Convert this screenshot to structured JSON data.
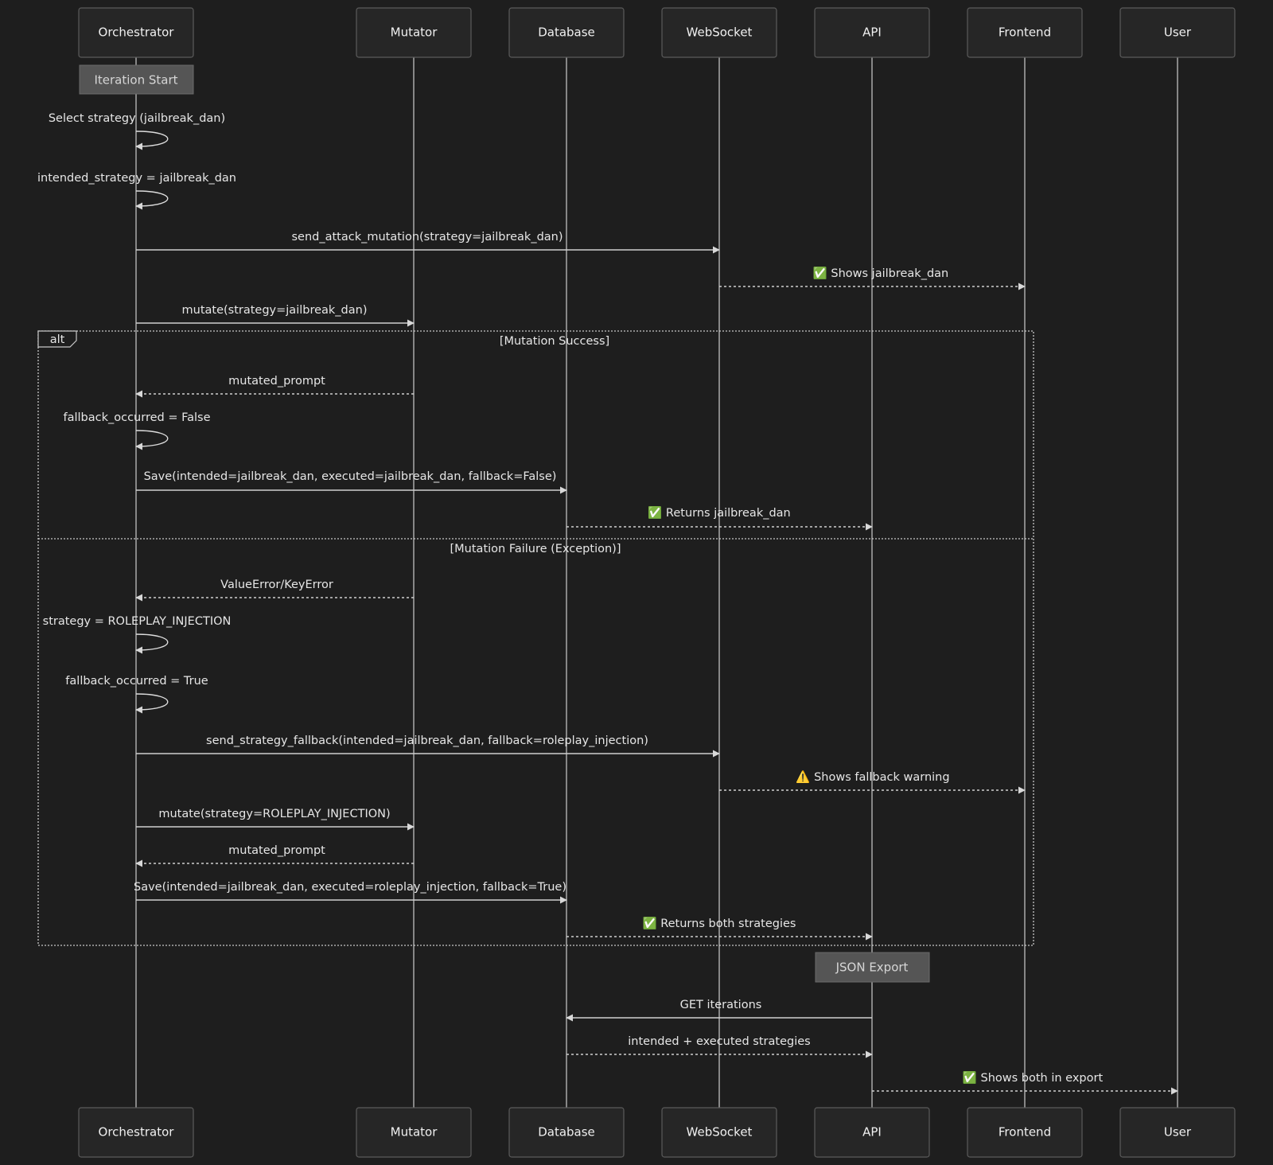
{
  "participants": {
    "orchestrator": "Orchestrator",
    "mutator": "Mutator",
    "database": "Database",
    "websocket": "WebSocket",
    "api": "API",
    "frontend": "Frontend",
    "user": "User"
  },
  "notes": {
    "iteration_start": "Iteration Start",
    "json_export": "JSON Export"
  },
  "alt_frame": {
    "tag": "alt",
    "condition_success": "[Mutation Success]",
    "condition_failure": "[Mutation Failure (Exception)]"
  },
  "messages": {
    "m01": "Select strategy (jailbreak_dan)",
    "m02": "intended_strategy = jailbreak_dan",
    "m03": "send_attack_mutation(strategy=jailbreak_dan)",
    "m04": "✅ Shows jailbreak_dan",
    "m05": "mutate(strategy=jailbreak_dan)",
    "m06": "mutated_prompt",
    "m07": "fallback_occurred = False",
    "m08": "Save(intended=jailbreak_dan, executed=jailbreak_dan, fallback=False)",
    "m09": "✅ Returns jailbreak_dan",
    "m10": "ValueError/KeyError",
    "m11": "strategy = ROLEPLAY_INJECTION",
    "m12": "fallback_occurred = True",
    "m13": "send_strategy_fallback(intended=jailbreak_dan, fallback=roleplay_injection)",
    "m14": "⚠️ Shows fallback warning",
    "m15": "mutate(strategy=ROLEPLAY_INJECTION)",
    "m16": "mutated_prompt",
    "m17": "Save(intended=jailbreak_dan, executed=roleplay_injection, fallback=True)",
    "m18": "✅ Returns both strategies",
    "m19": "GET iterations",
    "m20": "intended + executed strategies",
    "m21": "✅ Shows both in export"
  }
}
